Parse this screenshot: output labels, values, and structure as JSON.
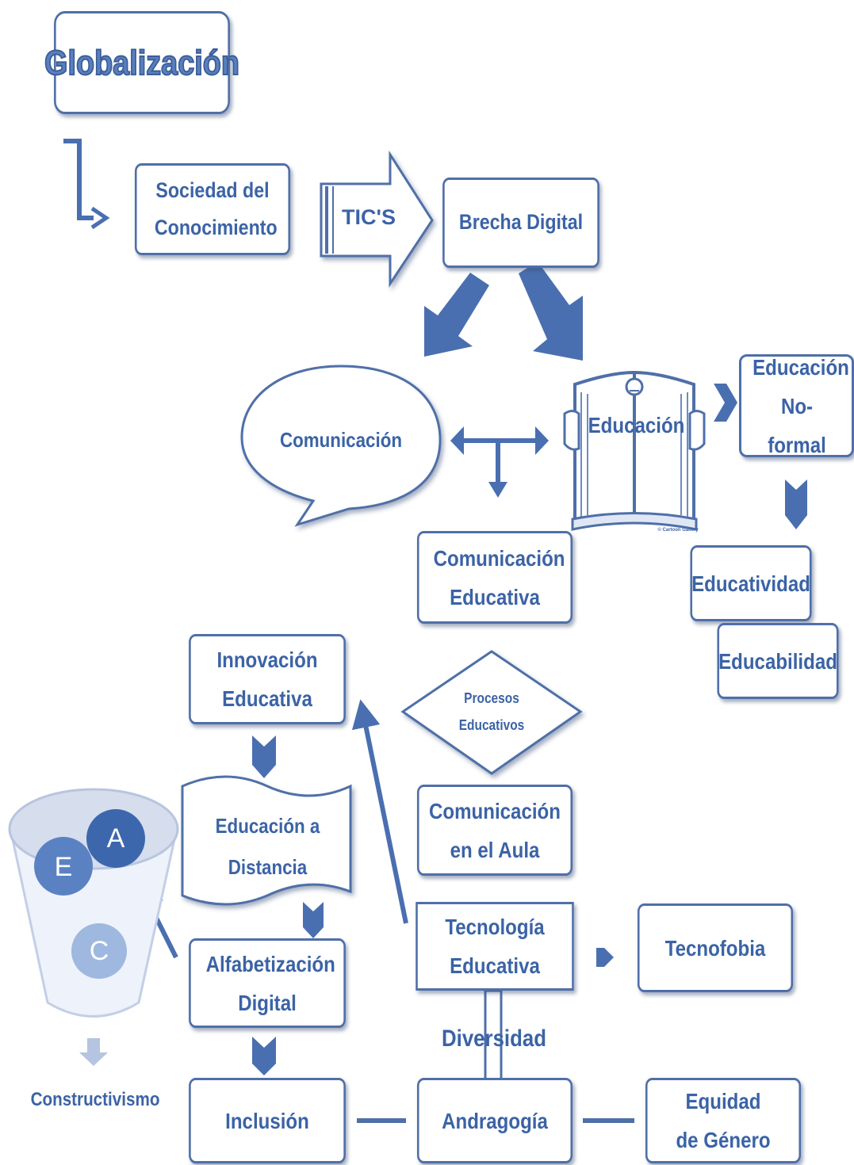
{
  "title": "Globalización",
  "nodes": {
    "sociedad": "Sociedad del Conocimiento",
    "tics": "TIC'S",
    "brecha": "Brecha Digital",
    "comunicacion": "Comunicación",
    "educacion": "Educación",
    "no_formal": "Educación No- formal",
    "com_educativa": "Comunicación Educativa",
    "educatividad": "Educatividad",
    "educabilidad": "Educabilidad",
    "innovacion": "Innovación Educativa",
    "procesos": "Procesos Educativos",
    "distancia": "Educación a Distancia",
    "com_aula": "Comunicación en el Aula",
    "tecnologia": "Tecnología Educativa",
    "tecnofobia": "Tecnofobia",
    "alfabetizacion": "Alfabetización Digital",
    "diversidad": "Diversidad",
    "constructivismo": "Constructivismo",
    "inclusion": "Inclusión",
    "andragogia": "Andragogía",
    "equidad": "Equidad de Género"
  },
  "circles": {
    "a": "A",
    "e": "E",
    "c": "C"
  },
  "book_caption": "© Cartoon Gallery",
  "colors": {
    "primary": "#3b63a6",
    "border": "#4f6fa8",
    "arrow": "#4a6fb0"
  }
}
